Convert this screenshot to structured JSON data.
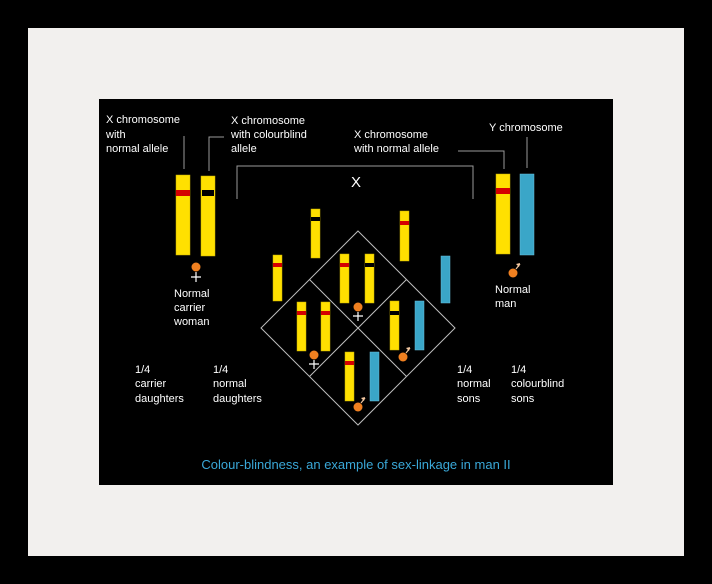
{
  "title": "X",
  "labels": {
    "x_normal_left": [
      "X chromosome",
      "with",
      "normal allele"
    ],
    "x_colourblind": [
      "X chromosome",
      "with colourblind",
      "allele"
    ],
    "x_normal_right": [
      "X chromosome",
      "with normal allele"
    ],
    "y_chromosome": [
      "Y chromosome"
    ],
    "mother": [
      "Normal",
      "carrier",
      "woman"
    ],
    "father": [
      "Normal",
      "man"
    ]
  },
  "offspring": [
    {
      "lines": [
        "1/4",
        "carrier",
        "daughters"
      ]
    },
    {
      "lines": [
        "1/4",
        "normal",
        "daughters"
      ]
    },
    {
      "lines": [
        "1/4",
        "normal",
        "sons"
      ]
    },
    {
      "lines": [
        "1/4",
        "colourblind",
        "sons"
      ]
    }
  ],
  "caption": "Colour-blindness, an example of sex-linkage in man II",
  "colors": {
    "x_chromosome": "#ffe000",
    "y_chromosome": "#3aa6c8",
    "normal_allele": "#d40000",
    "colourblind_allele": "#000000",
    "sex_symbol": "#f08020",
    "caption": "#3aa8d8"
  }
}
